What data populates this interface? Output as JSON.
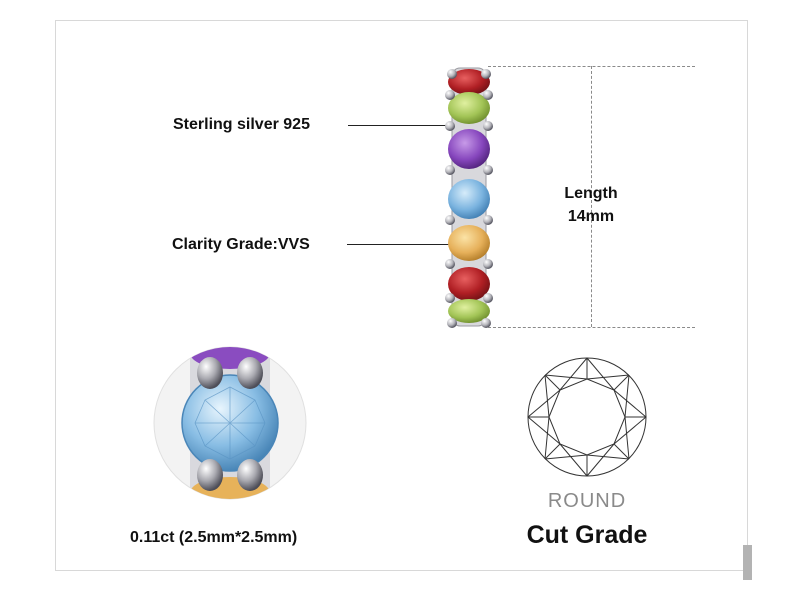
{
  "annotations": {
    "material": "Sterling silver 925",
    "clarity": "Clarity Grade:VVS"
  },
  "dimension": {
    "line1": "Length",
    "line2": "14mm"
  },
  "stone_detail": {
    "caption": "0.11ct (2.5mm*2.5mm)"
  },
  "cut": {
    "shape": "ROUND",
    "title": "Cut Grade"
  },
  "colors": {
    "garnet": "#c0282c",
    "peridot": "#a6c85a",
    "amethyst": "#8a4cc0",
    "topaz": "#7fb6e0",
    "citrine": "#e8b25a",
    "silver": "#c8c8cc",
    "detail_bg": "#f3f3f3"
  },
  "stones_top_to_bottom": [
    "garnet",
    "peridot",
    "amethyst",
    "topaz",
    "citrine",
    "garnet",
    "peridot"
  ]
}
